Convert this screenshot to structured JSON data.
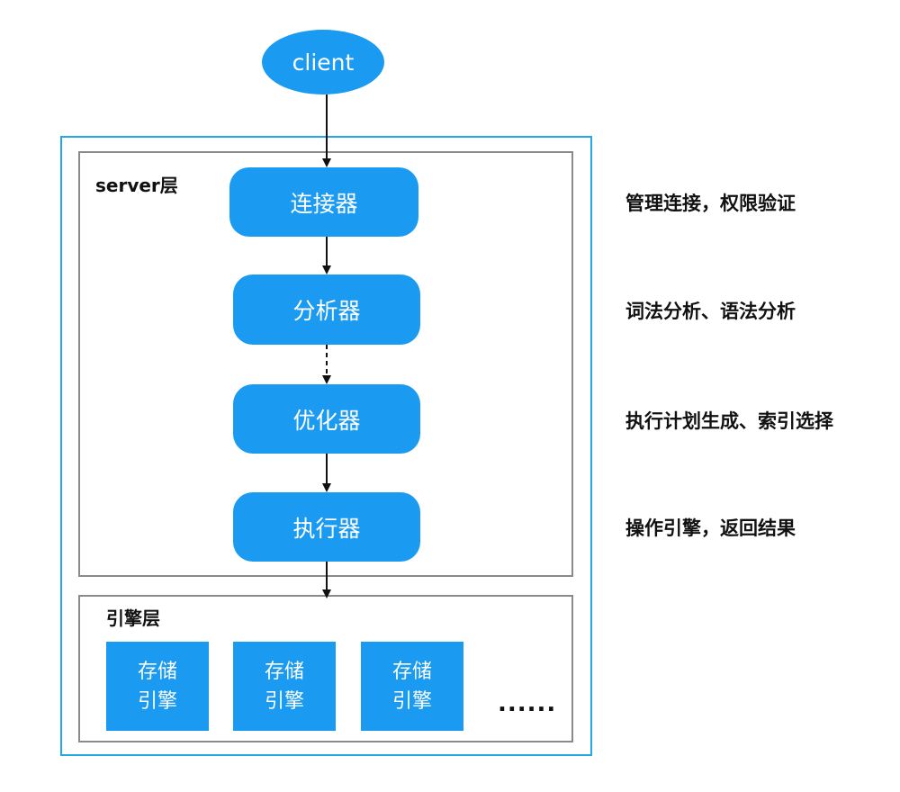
{
  "client": {
    "label": "client"
  },
  "server_layer": {
    "label": "server层",
    "stages": [
      {
        "label": "连接器",
        "description": "管理连接，权限验证"
      },
      {
        "label": "分析器",
        "description": "词法分析、语法分析"
      },
      {
        "label": "优化器",
        "description": "执行计划生成、索引选择"
      },
      {
        "label": "执行器",
        "description": "操作引擎，返回结果"
      }
    ]
  },
  "engine_layer": {
    "label": "引擎层",
    "engines": [
      {
        "line1": "存储",
        "line2": "引擎"
      },
      {
        "line1": "存储",
        "line2": "引擎"
      },
      {
        "line1": "存储",
        "line2": "引擎"
      }
    ],
    "more": "......"
  },
  "colors": {
    "node_fill": "#1a9af0",
    "outer_frame": "#27a6e6",
    "layer_border": "#8a8a8a",
    "arrow": "#111111"
  }
}
